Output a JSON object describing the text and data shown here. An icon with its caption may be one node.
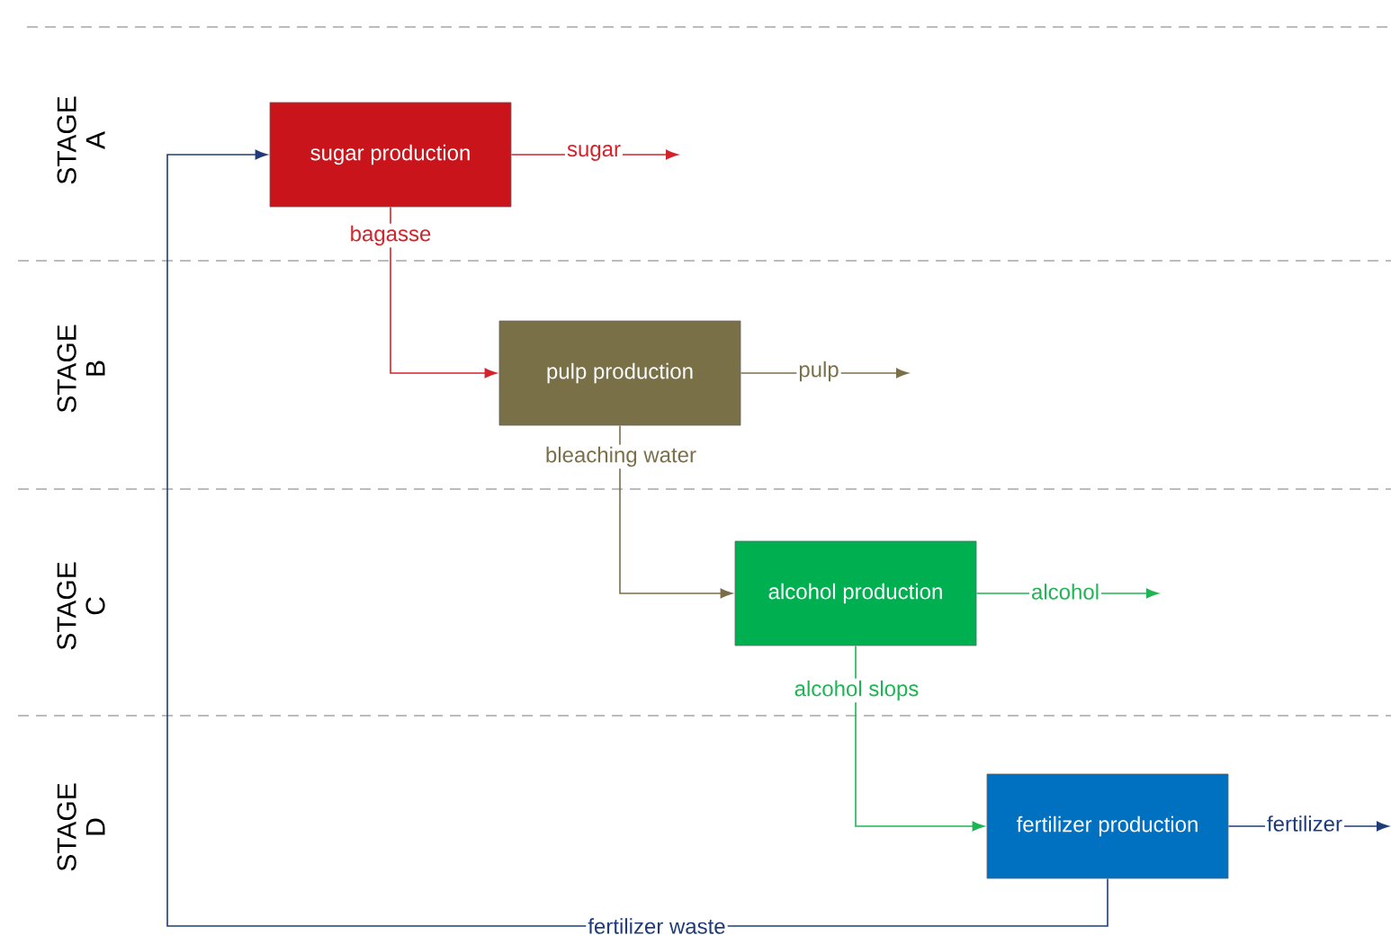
{
  "diagram": {
    "nodes": [
      {
        "text": [
          "sugar production"
        ]
      },
      {
        "text": [
          "pulp production"
        ]
      },
      {
        "text": [
          "alcohol production"
        ]
      },
      {
        "text": [
          "fertilizer production"
        ]
      }
    ],
    "edges": [
      {
        "from": 0,
        "to": null,
        "arrow": "to",
        "label": "sugar",
        "color": "#d4232b"
      },
      {
        "from": 0,
        "to": 1,
        "arrow": "to",
        "label": "bagasse",
        "color": "#d4232b"
      },
      {
        "from": 1,
        "to": null,
        "arrow": "to",
        "label": "pulp",
        "color": "#7a6f48"
      },
      {
        "from": 1,
        "to": 2,
        "arrow": "to",
        "label": "bleaching water",
        "color": "#7a6f48"
      },
      {
        "from": 2,
        "to": null,
        "arrow": "to",
        "label": "alcohol",
        "color": "#1db554"
      },
      {
        "from": 2,
        "to": 3,
        "arrow": "to",
        "label": "alcohol slops",
        "color": "#1db554"
      },
      {
        "from": 3,
        "to": null,
        "arrow": "to",
        "label": "fertilizer",
        "color": "#1f3c78"
      },
      {
        "from": 3,
        "to": 0,
        "arrow": "to",
        "label": "fertilizer waste",
        "color": "#1f3c78"
      }
    ],
    "labels": [
      "STAGE A",
      "STAGE B",
      "STAGE C",
      "STAGE D"
    ]
  }
}
